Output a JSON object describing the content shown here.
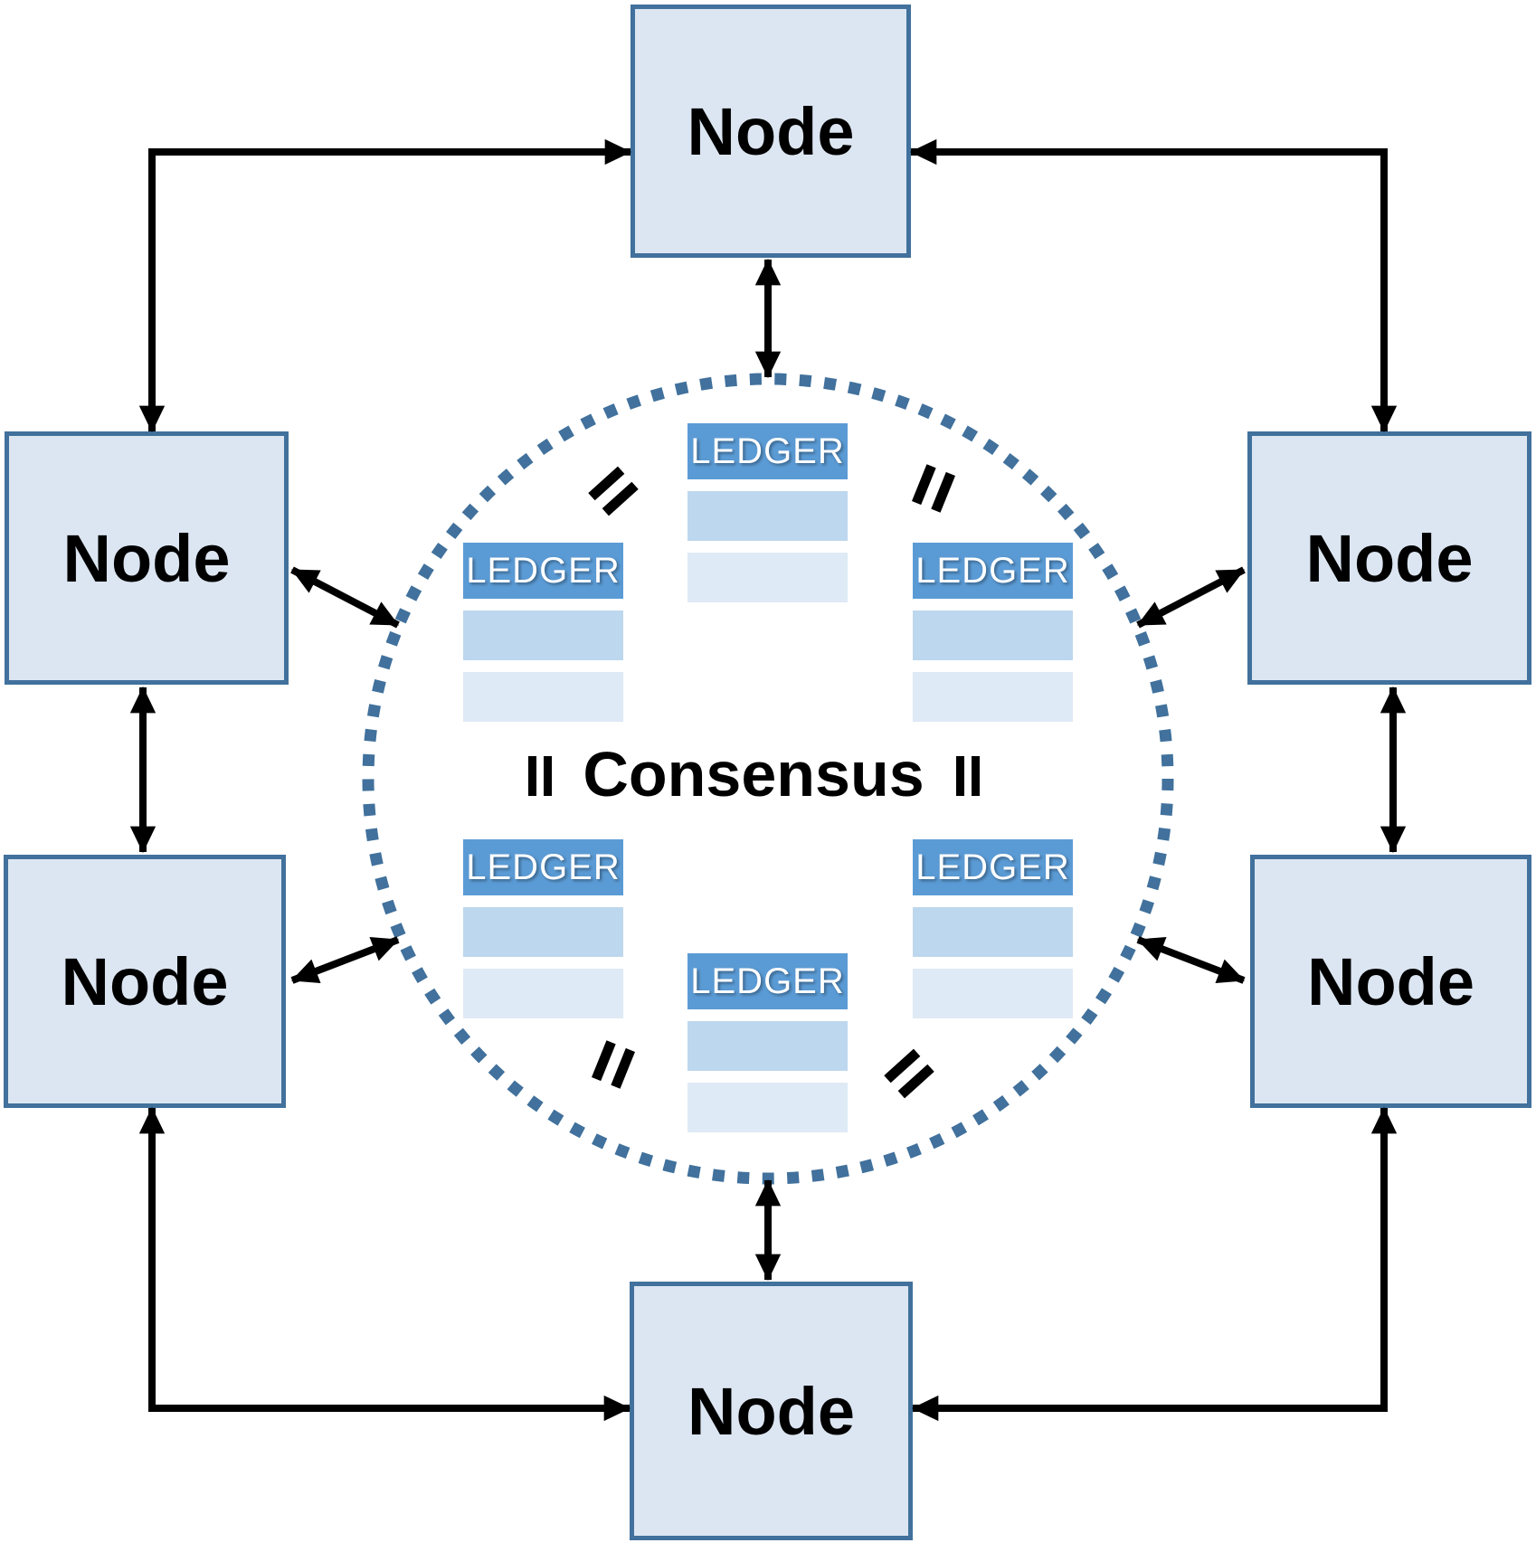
{
  "nodes": [
    {
      "id": "top",
      "label": "Node"
    },
    {
      "id": "left-upper",
      "label": "Node"
    },
    {
      "id": "right-upper",
      "label": "Node"
    },
    {
      "id": "left-lower",
      "label": "Node"
    },
    {
      "id": "right-lower",
      "label": "Node"
    },
    {
      "id": "bottom",
      "label": "Node"
    }
  ],
  "consensus": {
    "label": "Consensus"
  },
  "ledgers": [
    {
      "id": "top-center",
      "title": "LEDGER",
      "blank_rows": 2
    },
    {
      "id": "middle-left",
      "title": "LEDGER",
      "blank_rows": 2
    },
    {
      "id": "middle-right",
      "title": "LEDGER",
      "blank_rows": 2
    },
    {
      "id": "lower-left",
      "title": "LEDGER",
      "blank_rows": 2
    },
    {
      "id": "lower-right",
      "title": "LEDGER",
      "blank_rows": 2
    },
    {
      "id": "bottom-center",
      "title": "LEDGER",
      "blank_rows": 2
    }
  ],
  "equals_marks": {
    "count": 6,
    "symbol": "="
  },
  "colors": {
    "node_fill": "#dce6f2",
    "node_border": "#41719c",
    "ledger_header": "#5b9bd5",
    "ledger_row_1": "#bdd7ee",
    "ledger_row_2": "#deeaf6",
    "dotted_circle": "#41719c",
    "arrow": "#000000",
    "text": "#000000",
    "ledger_text": "#ffffff"
  }
}
